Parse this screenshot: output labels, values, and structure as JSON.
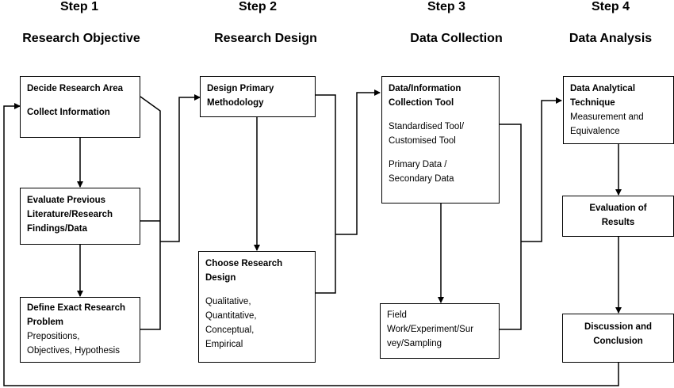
{
  "steps": [
    {
      "step": "Step 1",
      "title": "Research Objective"
    },
    {
      "step": "Step 2",
      "title": "Research Design"
    },
    {
      "step": "Step 3",
      "title": "Data Collection"
    },
    {
      "step": "Step 4",
      "title": "Data Analysis"
    }
  ],
  "boxes": {
    "decide_area": {
      "line1": "Decide Research Area",
      "line2": "Collect Information"
    },
    "evaluate_literature": {
      "title": "Evaluate Previous\nLiterature/Research\nFindings/Data"
    },
    "define_problem": {
      "title": "Define Exact Research\nProblem",
      "body": "Prepositions,\nObjectives, Hypothesis"
    },
    "design_methodology": {
      "title": "Design Primary\nMethodology"
    },
    "choose_design": {
      "title": "Choose Research\nDesign",
      "body": "Qualitative,\nQuantitative,\nConceptual,\nEmpirical"
    },
    "collection_tool": {
      "title": "Data/Information\nCollection Tool",
      "body1": "Standardised Tool/\nCustomised Tool",
      "body2": "Primary Data /\nSecondary Data"
    },
    "field_work": {
      "body": "Field\nWork/Experiment/Sur\nvey/Sampling"
    },
    "analytical_technique": {
      "title": "Data Analytical\nTechnique",
      "body": "Measurement and\nEquivalence"
    },
    "evaluation_results": {
      "title": "Evaluation of\nResults"
    },
    "discussion": {
      "title": "Discussion and\nConclusion"
    }
  }
}
